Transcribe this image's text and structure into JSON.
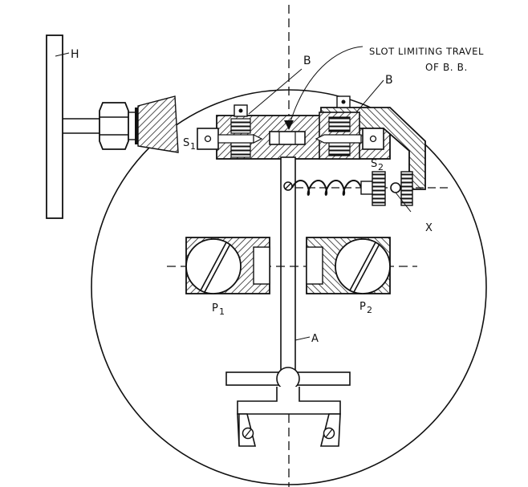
{
  "diagram": {
    "labels": {
      "h": "H",
      "b_left": "B",
      "b_right": "B",
      "slot_line1": "SLOT LIMITING TRAVEL",
      "slot_line2": "OF B. B.",
      "s1": "S",
      "s1_sub": "1",
      "s2": "S",
      "s2_sub": "2",
      "x": "X",
      "p1": "P",
      "p1_sub": "1",
      "p2": "P",
      "p2_sub": "2",
      "a": "A"
    },
    "colors": {
      "ink": "#111111",
      "background": "#ffffff"
    }
  }
}
